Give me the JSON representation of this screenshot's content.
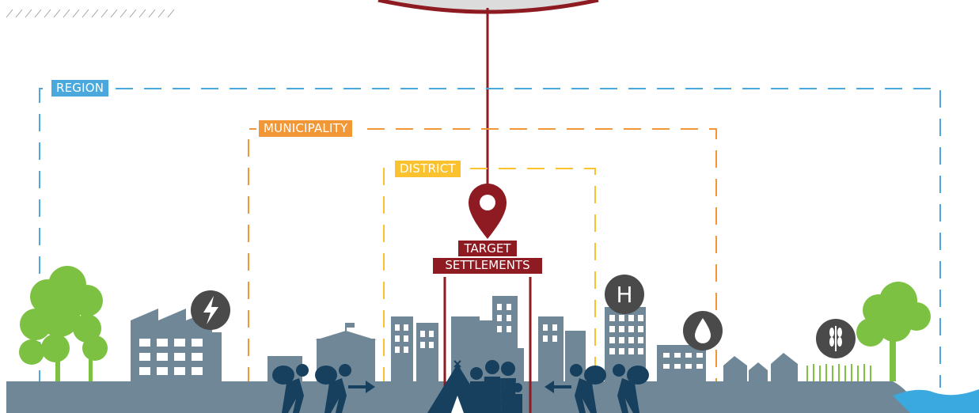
{
  "boundaries": {
    "region": {
      "label": "REGION",
      "color": "#4aa8dc"
    },
    "municipality": {
      "label": "MUNICIPALITY",
      "color": "#f29735"
    },
    "district": {
      "label": "DISTRICT",
      "color": "#f9c22e"
    }
  },
  "target": {
    "line1": "TARGET",
    "line2": "SETTLEMENTS",
    "color": "#8e1b22"
  },
  "icons": [
    {
      "name": "electricity-icon",
      "glyph": "⚡"
    },
    {
      "name": "hospital-icon",
      "glyph": "H"
    },
    {
      "name": "water-icon",
      "glyph": "💧"
    },
    {
      "name": "agriculture-icon",
      "glyph": "🌾"
    }
  ],
  "colors": {
    "ground": "#6f8797",
    "buildings": "#6f8797",
    "people": "#17405e",
    "trees": "#7cc142",
    "water": "#39a9e0",
    "icon_bg": "#4a4a4a"
  }
}
